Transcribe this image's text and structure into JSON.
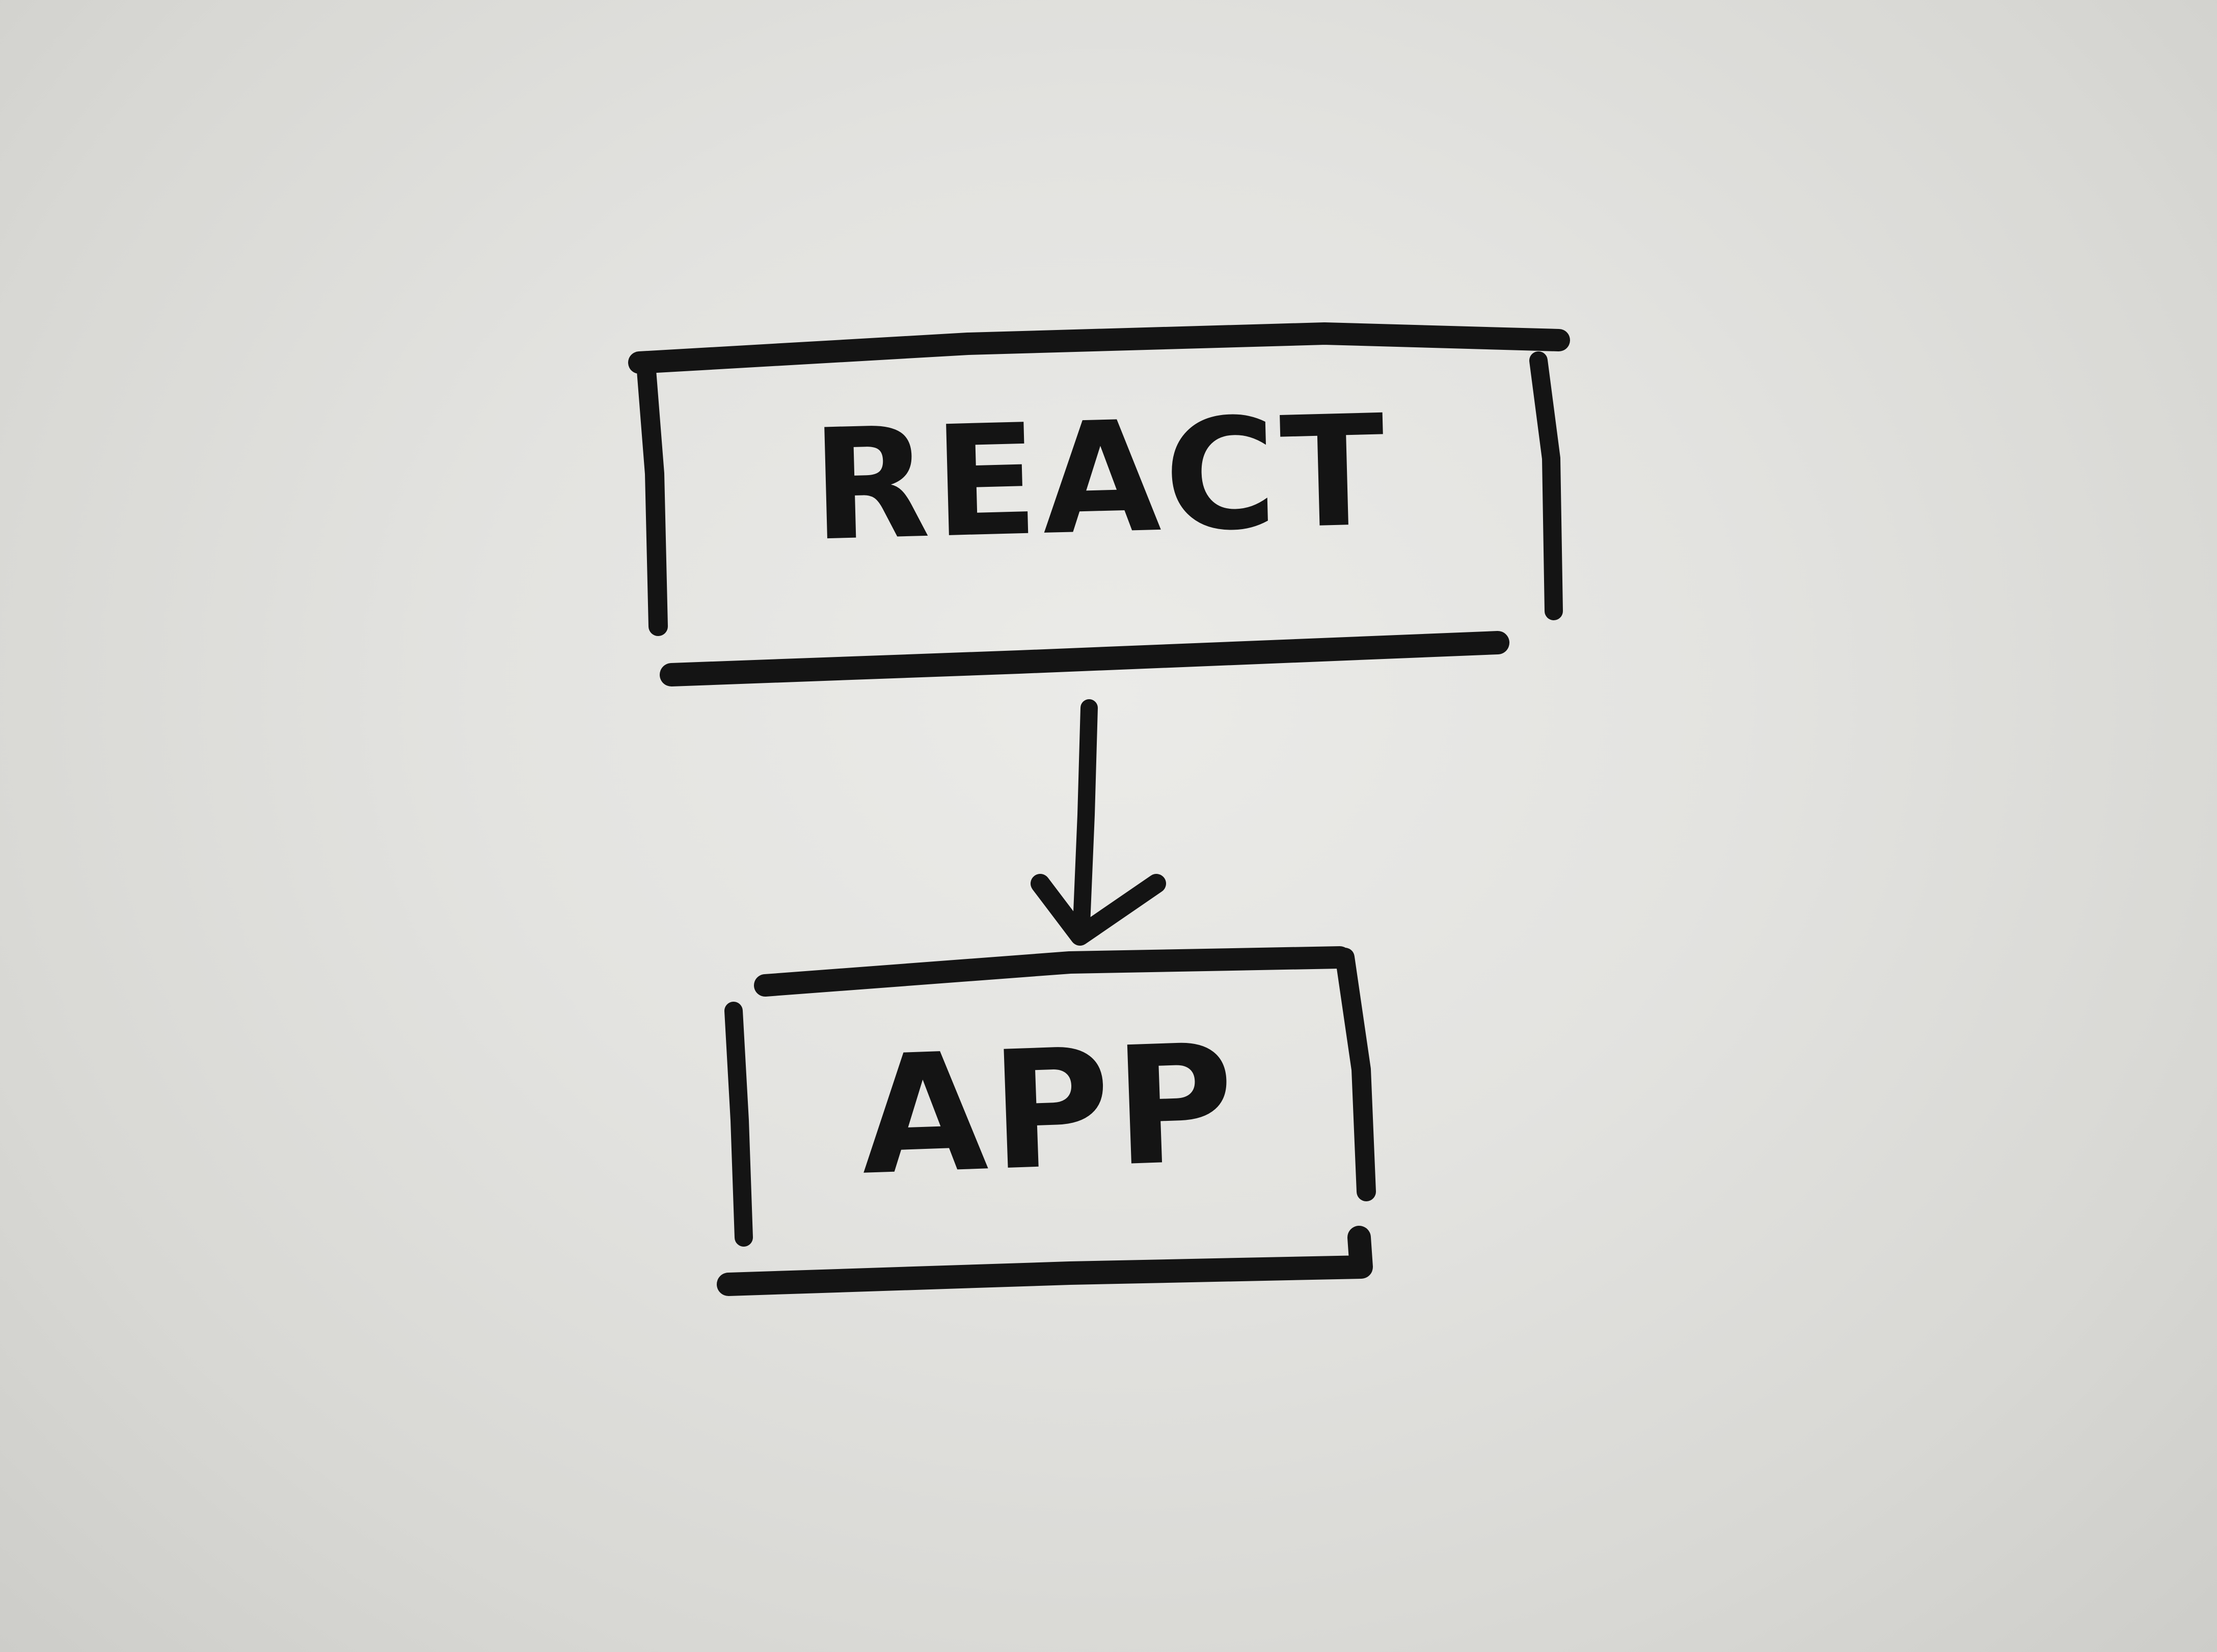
{
  "diagram": {
    "nodes": [
      {
        "id": "react",
        "label": "REACT"
      },
      {
        "id": "app",
        "label": "APP"
      }
    ],
    "edges": [
      {
        "from": "react",
        "to": "app",
        "style": "arrow"
      }
    ]
  },
  "colors": {
    "ink": "#141414",
    "paper": "#e3e3e0"
  }
}
